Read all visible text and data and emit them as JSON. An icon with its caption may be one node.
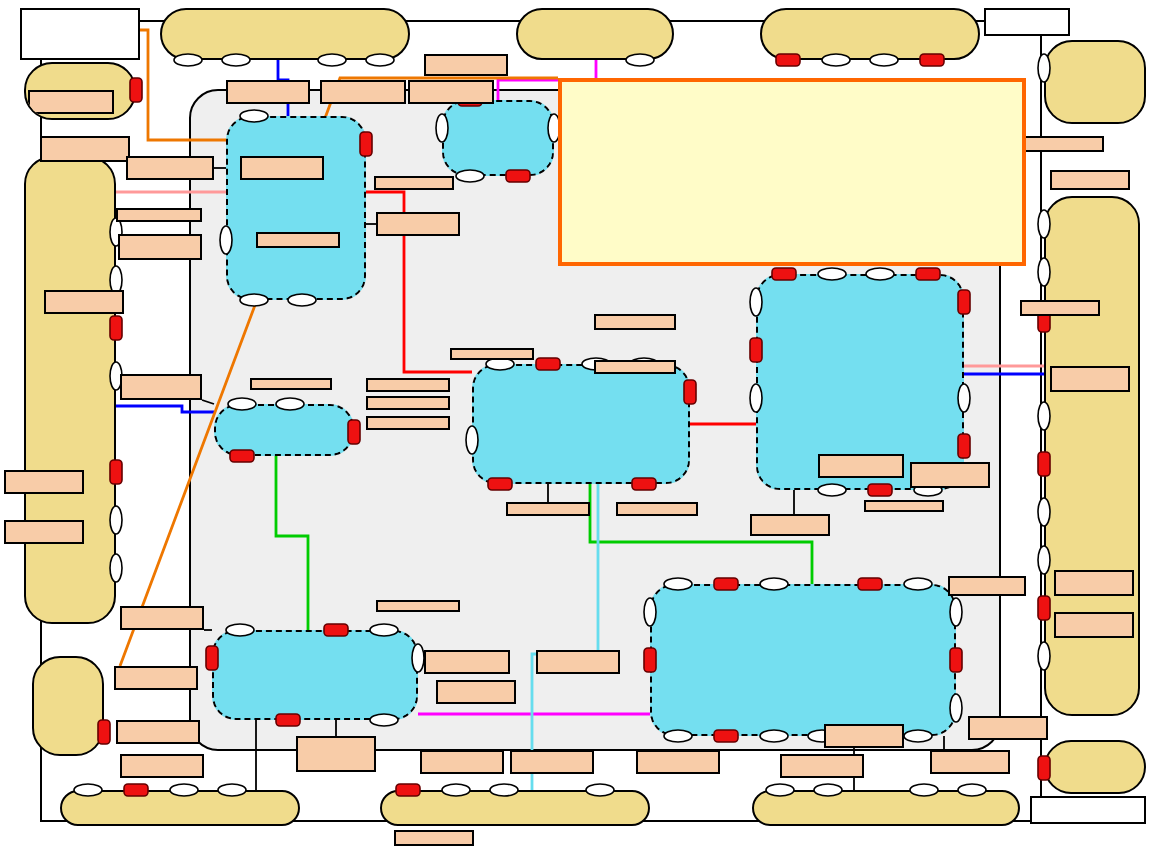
{
  "diagram": {
    "nodes": [
      {
        "text": [],
        "shape": "box"
      },
      {
        "text": [],
        "shape": "box"
      },
      {
        "text": [],
        "shape": "box"
      },
      {
        "text": [],
        "shape": "box"
      },
      {
        "text": [],
        "shape": "box"
      },
      {
        "text": [],
        "shape": "box"
      },
      {
        "text": [],
        "shape": "box"
      },
      {
        "text": [],
        "shape": "box"
      },
      {
        "text": [],
        "shape": "box"
      },
      {
        "text": [],
        "shape": "box"
      },
      {
        "text": [],
        "shape": "box"
      },
      {
        "text": [],
        "shape": "box"
      },
      {
        "text": [],
        "shape": "box"
      },
      {
        "text": [],
        "shape": "box"
      },
      {
        "text": [],
        "shape": "box"
      },
      {
        "text": [],
        "shape": "box"
      },
      {
        "text": [],
        "shape": "box"
      },
      {
        "text": [],
        "shape": "box"
      },
      {
        "text": [],
        "shape": "box"
      },
      {
        "text": [],
        "shape": "box"
      },
      {
        "text": [],
        "shape": "box"
      },
      {
        "text": [],
        "shape": "box"
      },
      {
        "text": [],
        "shape": "box"
      },
      {
        "text": [],
        "shape": "box",
        "in": 1
      },
      {
        "text": [],
        "shape": "box"
      },
      {
        "text": [],
        "shape": "box"
      },
      {
        "text": [],
        "shape": "box"
      },
      {
        "text": [],
        "shape": "box"
      },
      {
        "text": [],
        "shape": "box"
      },
      {
        "text": [],
        "shape": "box"
      },
      {
        "text": [],
        "shape": "box",
        "in": 15
      },
      {
        "text": [],
        "shape": "box"
      },
      {
        "text": [],
        "shape": "box"
      },
      {
        "text": [],
        "shape": "box",
        "in": 15
      },
      {
        "text": [],
        "shape": "box"
      },
      {
        "text": [],
        "shape": "box"
      },
      {
        "text": [],
        "shape": "box"
      },
      {
        "text": [],
        "shape": "box"
      },
      {
        "text": [],
        "shape": "box"
      },
      {
        "text": [],
        "shape": "box",
        "in": 8
      },
      {
        "text": [],
        "shape": "box"
      },
      {
        "text": [],
        "shape": "box"
      },
      {
        "text": [],
        "shape": "box"
      },
      {
        "text": [],
        "shape": "box"
      },
      {
        "text": [],
        "shape": "box"
      },
      {
        "text": [],
        "shape": "box"
      },
      {
        "text": [],
        "shape": "box"
      },
      {
        "text": [],
        "shape": "box"
      },
      {
        "text": [],
        "shape": "box"
      },
      {
        "text": [],
        "shape": "box",
        "in": 19
      },
      {
        "text": [],
        "shape": "box"
      },
      {
        "text": [],
        "shape": "box"
      },
      {
        "text": [],
        "shape": "box"
      },
      {
        "text": [],
        "shape": "box"
      },
      {
        "text": [],
        "shape": "box"
      },
      {
        "text": [],
        "shape": "box"
      },
      {
        "text": [],
        "shape": "box"
      },
      {
        "text": [],
        "shape": "box"
      },
      {
        "text": [],
        "shape": "box"
      },
      {
        "text": [],
        "shape": "box"
      },
      {
        "text": [],
        "shape": "box"
      },
      {
        "text": [],
        "shape": "box"
      },
      {
        "text": [],
        "shape": "box"
      },
      {
        "text": [],
        "shape": "box"
      },
      {
        "text": [],
        "shape": "box"
      },
      {
        "text": [],
        "shape": "box"
      },
      {
        "text": [],
        "shape": "box"
      },
      {
        "text": [],
        "shape": "box"
      },
      {
        "text": [],
        "shape": "box"
      },
      {
        "text": [],
        "shape": "box"
      },
      {
        "text": [],
        "shape": "box"
      },
      {
        "text": [],
        "shape": "box"
      },
      {
        "text": [],
        "shape": "box"
      },
      {
        "text": [],
        "shape": "box",
        "in": 8
      },
      {
        "text": [],
        "shape": "box",
        "in": 8
      },
      {
        "text": [],
        "shape": "box"
      },
      {
        "text": [],
        "shape": "box"
      }
    ],
    "edges": [
      {
        "from": 0,
        "to": 15,
        "arrow": "none",
        "color": "#ee7700"
      },
      {
        "from": 2,
        "to": 15,
        "arrow": "none",
        "color": "#0000ff"
      },
      {
        "from": 3,
        "to": 16,
        "arrow": "none",
        "color": "#ff00ff"
      },
      {
        "from": 7,
        "to": 15,
        "arrow": "none",
        "color": "#ff9999"
      },
      {
        "from": 7,
        "to": 17,
        "arrow": "none",
        "color": "#0000ff"
      },
      {
        "from": 15,
        "to": 18,
        "arrow": "none",
        "color": "#ff0000"
      },
      {
        "from": 17,
        "to": 20,
        "arrow": "none",
        "color": "#00cc00"
      },
      {
        "from": 18,
        "to": 19,
        "arrow": "none",
        "color": "#ff0000"
      },
      {
        "from": 18,
        "to": 21,
        "arrow": "none",
        "color": "#00cc00"
      },
      {
        "from": 20,
        "to": 21,
        "arrow": "none",
        "color": "#ff00ff"
      },
      {
        "from": 19,
        "to": 8,
        "arrow": "none",
        "color": "#ff9999"
      },
      {
        "from": 19,
        "to": 8,
        "arrow": "none",
        "color": "#0000ff"
      },
      {
        "from": 21,
        "to": 14,
        "arrow": "none"
      },
      {
        "from": 20,
        "to": 12,
        "arrow": "none"
      },
      {
        "from": 18,
        "to": 13,
        "arrow": "none",
        "color": "#66ddee"
      },
      {
        "from": 22,
        "to": 58,
        "arrow": "none",
        "color": "#ee7700"
      },
      {
        "from": 29,
        "to": 15,
        "arrow": "none"
      },
      {
        "from": 35,
        "to": 15,
        "arrow": "none"
      },
      {
        "from": 53,
        "to": 18,
        "arrow": "none"
      },
      {
        "from": 51,
        "to": 19,
        "arrow": "none"
      },
      {
        "from": 61,
        "to": 20,
        "arrow": "none"
      },
      {
        "from": 71,
        "to": 21,
        "arrow": "none"
      },
      {
        "from": 41,
        "to": 17,
        "arrow": "none"
      },
      {
        "from": 57,
        "to": 20,
        "arrow": "none"
      }
    ]
  }
}
